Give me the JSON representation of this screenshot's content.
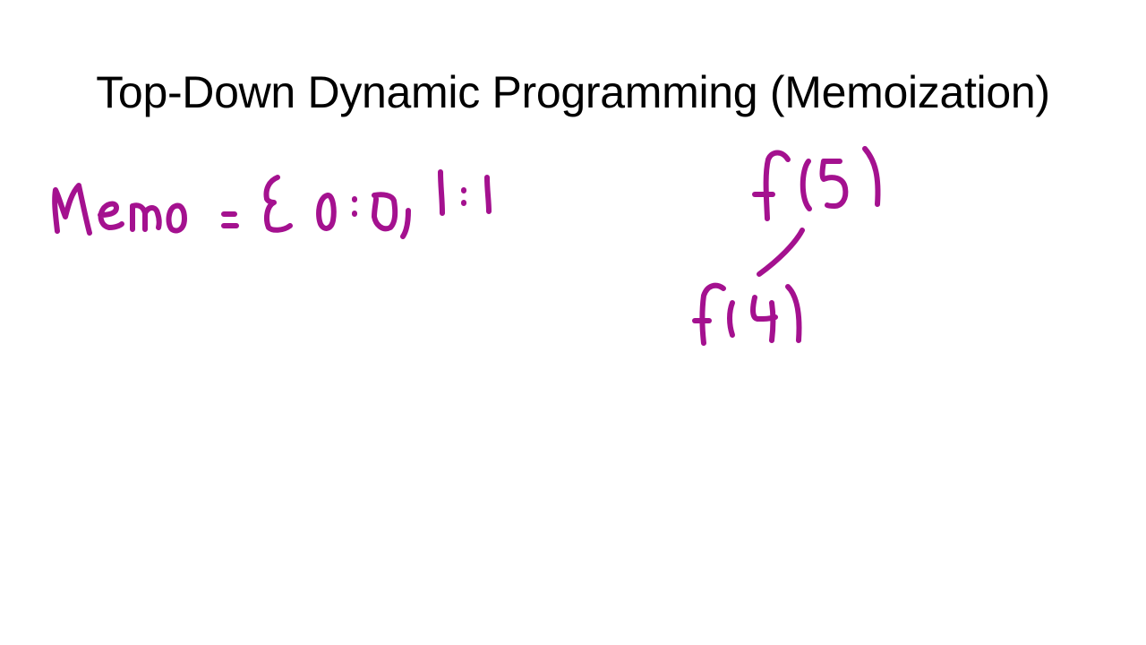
{
  "slide": {
    "title": "Top-Down Dynamic Programming (Memoization)"
  },
  "handwriting": {
    "ink_color": "#A4118F",
    "memo_line": "Memo = {0:0, 1:1",
    "tree": {
      "root": "f(5)",
      "child": "f(4)"
    }
  }
}
